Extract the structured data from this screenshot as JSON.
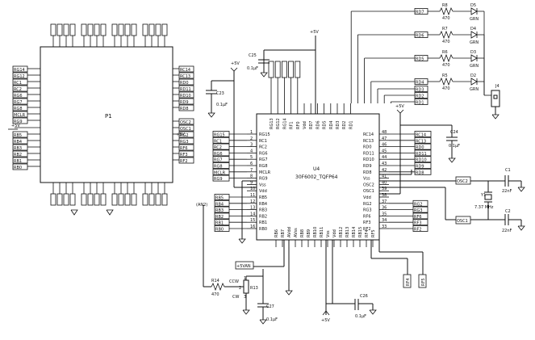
{
  "p1": {
    "ref": "P1",
    "left_labels": [
      "RG14",
      "RG12",
      "RC1",
      "RC2",
      "RG6",
      "RG7",
      "RG8",
      "MCLR",
      "RG9"
    ],
    "left_labels_lower": [
      "RB5",
      "RB4",
      "RB3",
      "RB2",
      "RB1",
      "RB0"
    ],
    "right_labels": [
      "RC14",
      "RC13",
      "RD0",
      "RD11",
      "RD10",
      "RD9",
      "RD8"
    ],
    "right_labels_lower": [
      "OSC2",
      "OSC1",
      "RG2",
      "RG3",
      "RF6",
      "RF3",
      "RF2"
    ],
    "left_power": "+5V",
    "right_power": "+5V"
  },
  "u4": {
    "ref": "U4",
    "part": "30F6002_TQFP64",
    "left_pins": [
      {
        "num": "1",
        "name": "RG15"
      },
      {
        "num": "2",
        "name": "RC1"
      },
      {
        "num": "3",
        "name": "RC2"
      },
      {
        "num": "4",
        "name": "RG6"
      },
      {
        "num": "5",
        "name": "RG7"
      },
      {
        "num": "6",
        "name": "RG8"
      },
      {
        "num": "7",
        "name": "MCLR"
      },
      {
        "num": "8",
        "name": "RG9"
      },
      {
        "num": "9",
        "name": "Vss"
      },
      {
        "num": "10",
        "name": "Vdd"
      },
      {
        "num": "11",
        "name": "RB5"
      },
      {
        "num": "12",
        "name": "RB4"
      },
      {
        "num": "13",
        "name": "RB3"
      },
      {
        "num": "14",
        "name": "RB2"
      },
      {
        "num": "15",
        "name": "RB1"
      },
      {
        "num": "16",
        "name": "RB0"
      }
    ],
    "right_pins": [
      {
        "num": "48",
        "name": "RC14"
      },
      {
        "num": "47",
        "name": "RC13"
      },
      {
        "num": "46",
        "name": "RD0"
      },
      {
        "num": "45",
        "name": "RD11"
      },
      {
        "num": "44",
        "name": "RD10"
      },
      {
        "num": "43",
        "name": "RD9"
      },
      {
        "num": "42",
        "name": "RD8"
      },
      {
        "num": "41",
        "name": "Vss"
      },
      {
        "num": "40",
        "name": "OSC2"
      },
      {
        "num": "39",
        "name": "OSC1"
      },
      {
        "num": "38",
        "name": "Vdd"
      },
      {
        "num": "37",
        "name": "RG2"
      },
      {
        "num": "36",
        "name": "RG3"
      },
      {
        "num": "35",
        "name": "RF6"
      },
      {
        "num": "34",
        "name": "RF3"
      },
      {
        "num": "33",
        "name": "RF2"
      }
    ],
    "top_pins": [
      "RG13",
      "RG12",
      "RG14",
      "RF1",
      "RF0",
      "Vdd",
      "RD7",
      "RD6",
      "RD5",
      "RD4",
      "RD3",
      "RD2",
      "RD1"
    ],
    "bottom_pins": [
      "RB6",
      "RB7",
      "AVdd",
      "AVss",
      "RB8",
      "RB9",
      "RB10",
      "RB11",
      "Vss",
      "Vdd",
      "RB12",
      "RB13",
      "RB14",
      "RB15",
      "RF4",
      "RF5"
    ]
  },
  "leds": [
    {
      "ref": "D5",
      "color": "GRN",
      "net": "RD7",
      "res": "R8",
      "value": "470"
    },
    {
      "ref": "D4",
      "color": "GRN",
      "net": "RD6",
      "res": "R7",
      "value": "470"
    },
    {
      "ref": "D3",
      "color": "GRN",
      "net": "RD5",
      "res": "R6",
      "value": "470"
    },
    {
      "ref": "D2",
      "color": "GRN",
      "net": "RD4",
      "res": "R5",
      "value": "470"
    }
  ],
  "jumper": {
    "ref": "J4"
  },
  "rd_nets": [
    "RD3",
    "RD2",
    "RD1"
  ],
  "caps": {
    "c25": {
      "ref": "C25",
      "value": "0.1µF"
    },
    "c23": {
      "ref": "C23",
      "value": "0.1µF"
    },
    "c24": {
      "ref": "C24",
      "value": "0.1µF"
    },
    "c1": {
      "ref": "C1",
      "value": "22nF"
    },
    "c2": {
      "ref": "C2",
      "value": "22nF"
    },
    "c26": {
      "ref": "C26",
      "value": "0.1µF"
    },
    "c27": {
      "ref": "C27",
      "value": "0.1µF"
    }
  },
  "crystal": {
    "ref": "Y1",
    "value": "7.37 MHz"
  },
  "osc_nets": [
    "OSC2",
    "OSC1"
  ],
  "pot": {
    "ref": "R13",
    "ccw": "CCW",
    "cw": "CW",
    "pin1": "1",
    "pin2": "2",
    "pin3": "3",
    "net": "(AN2)"
  },
  "r14": {
    "ref": "R14",
    "value": "470"
  },
  "supply": {
    "plus5v": "+5V",
    "plus5va": "+5VAN"
  },
  "bottom_nets": [
    "RF4",
    "RF5"
  ]
}
